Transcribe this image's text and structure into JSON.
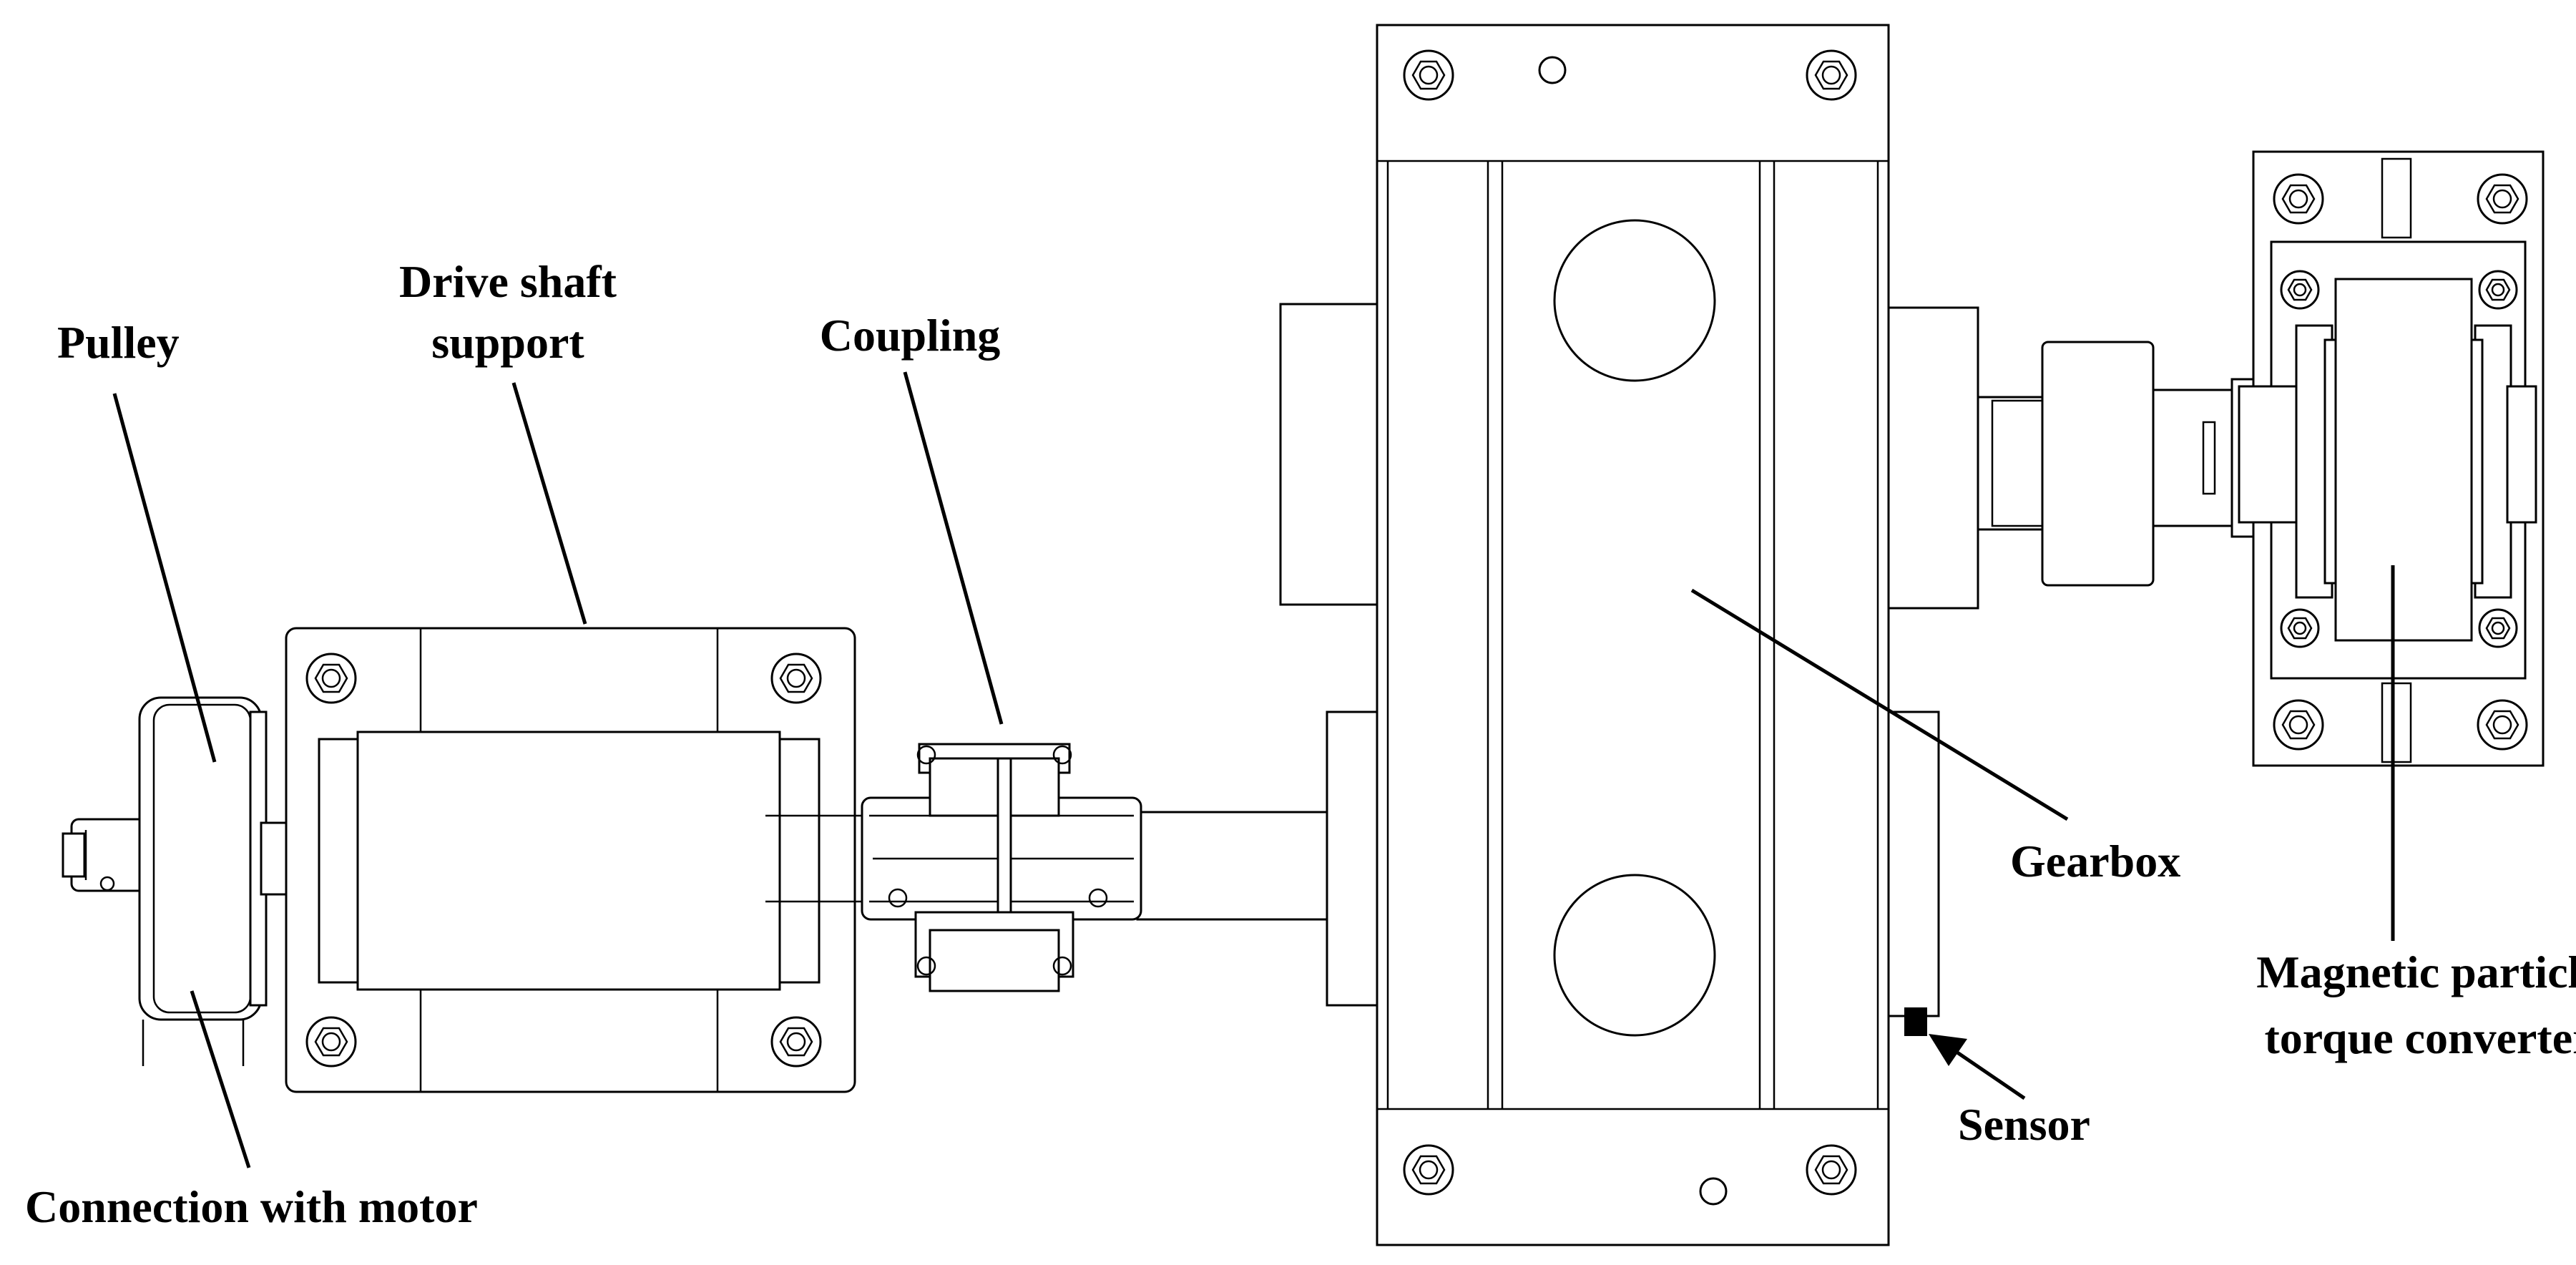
{
  "labels": {
    "pulley": "Pulley",
    "drive_shaft_support_1": "Drive shaft",
    "drive_shaft_support_2": "support",
    "coupling": "Coupling",
    "gearbox": "Gearbox",
    "magnetic_1": "Magnetic particle",
    "magnetic_2": "torque converter",
    "sensor": "Sensor",
    "connection": "Connection with motor"
  },
  "colors": {
    "line": "#000000",
    "background": "#ffffff"
  }
}
